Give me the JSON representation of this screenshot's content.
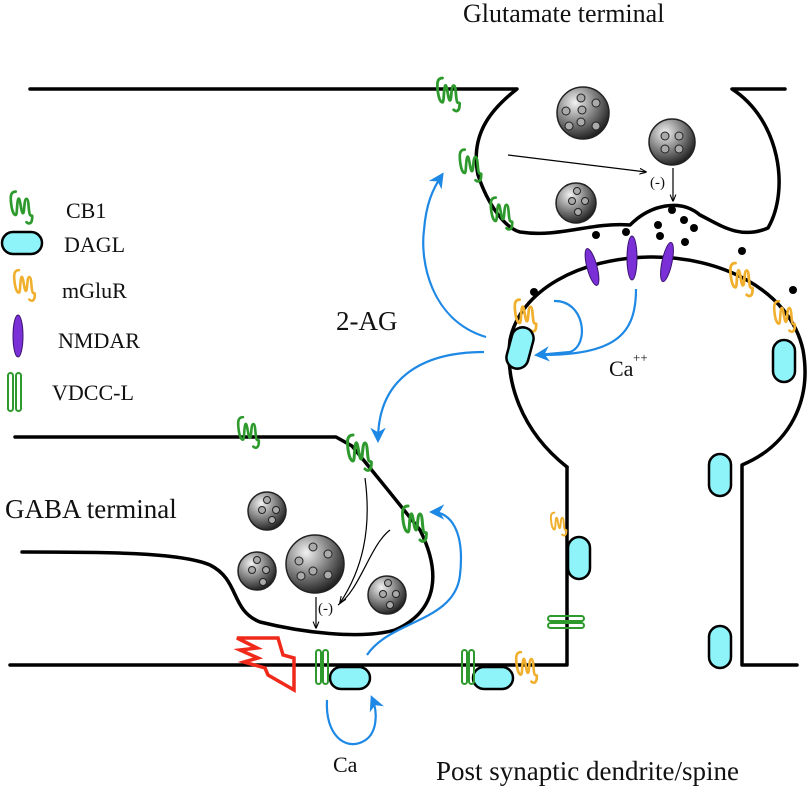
{
  "diagram": {
    "labels": {
      "glutamate_terminal": "Glutamate terminal",
      "gaba_terminal": "GABA terminal",
      "post_synaptic": "Post synaptic dendrite/spine",
      "two_ag": "2-AG",
      "ca_spine": "Ca",
      "ca_spine_sup": "++",
      "ca_dendrite": "Ca",
      "inhibit_glut": "(-)",
      "inhibit_gaba": "(-)"
    },
    "legend": [
      {
        "icon": "cb1-receptor-icon",
        "label": "CB1"
      },
      {
        "icon": "dagl-enzyme-icon",
        "label": "DAGL"
      },
      {
        "icon": "mglur-receptor-icon",
        "label": "mGluR"
      },
      {
        "icon": "nmdar-channel-icon",
        "label": "NMDAR"
      },
      {
        "icon": "vdcc-l-channel-icon",
        "label": "VDCC-L"
      }
    ],
    "colors": {
      "cb1": "#2e9a2e",
      "dagl": "#8ff4fa",
      "mglur": "#f0b02e",
      "nmdar": "#7b2fd6",
      "vdcc": "#2e9a2e",
      "signal_arrow": "#1e88e5",
      "depolarization": "#f02a1a"
    }
  }
}
